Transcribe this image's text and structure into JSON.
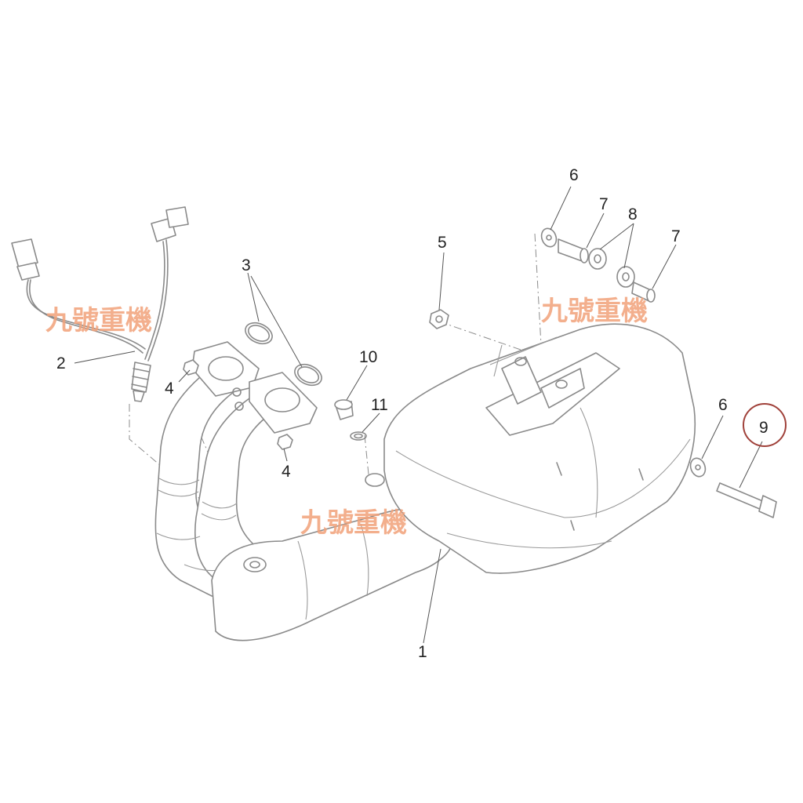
{
  "callouts": {
    "p1": "1",
    "p2": "2",
    "p3": "3",
    "p4a": "4",
    "p4b": "4",
    "p5": "5",
    "p6a": "6",
    "p6b": "6",
    "p7a": "7",
    "p7b": "7",
    "p8": "8",
    "p9": "9",
    "p10": "10",
    "p11": "11"
  },
  "highlighted_part": "9",
  "watermark": {
    "text_left": "九號重機",
    "text_center": "九號重機",
    "text_right": "九號重機"
  },
  "colors": {
    "line": "#8a8a8a",
    "watermark": "#f2a27a",
    "highlight_ring": "#a0413a"
  }
}
